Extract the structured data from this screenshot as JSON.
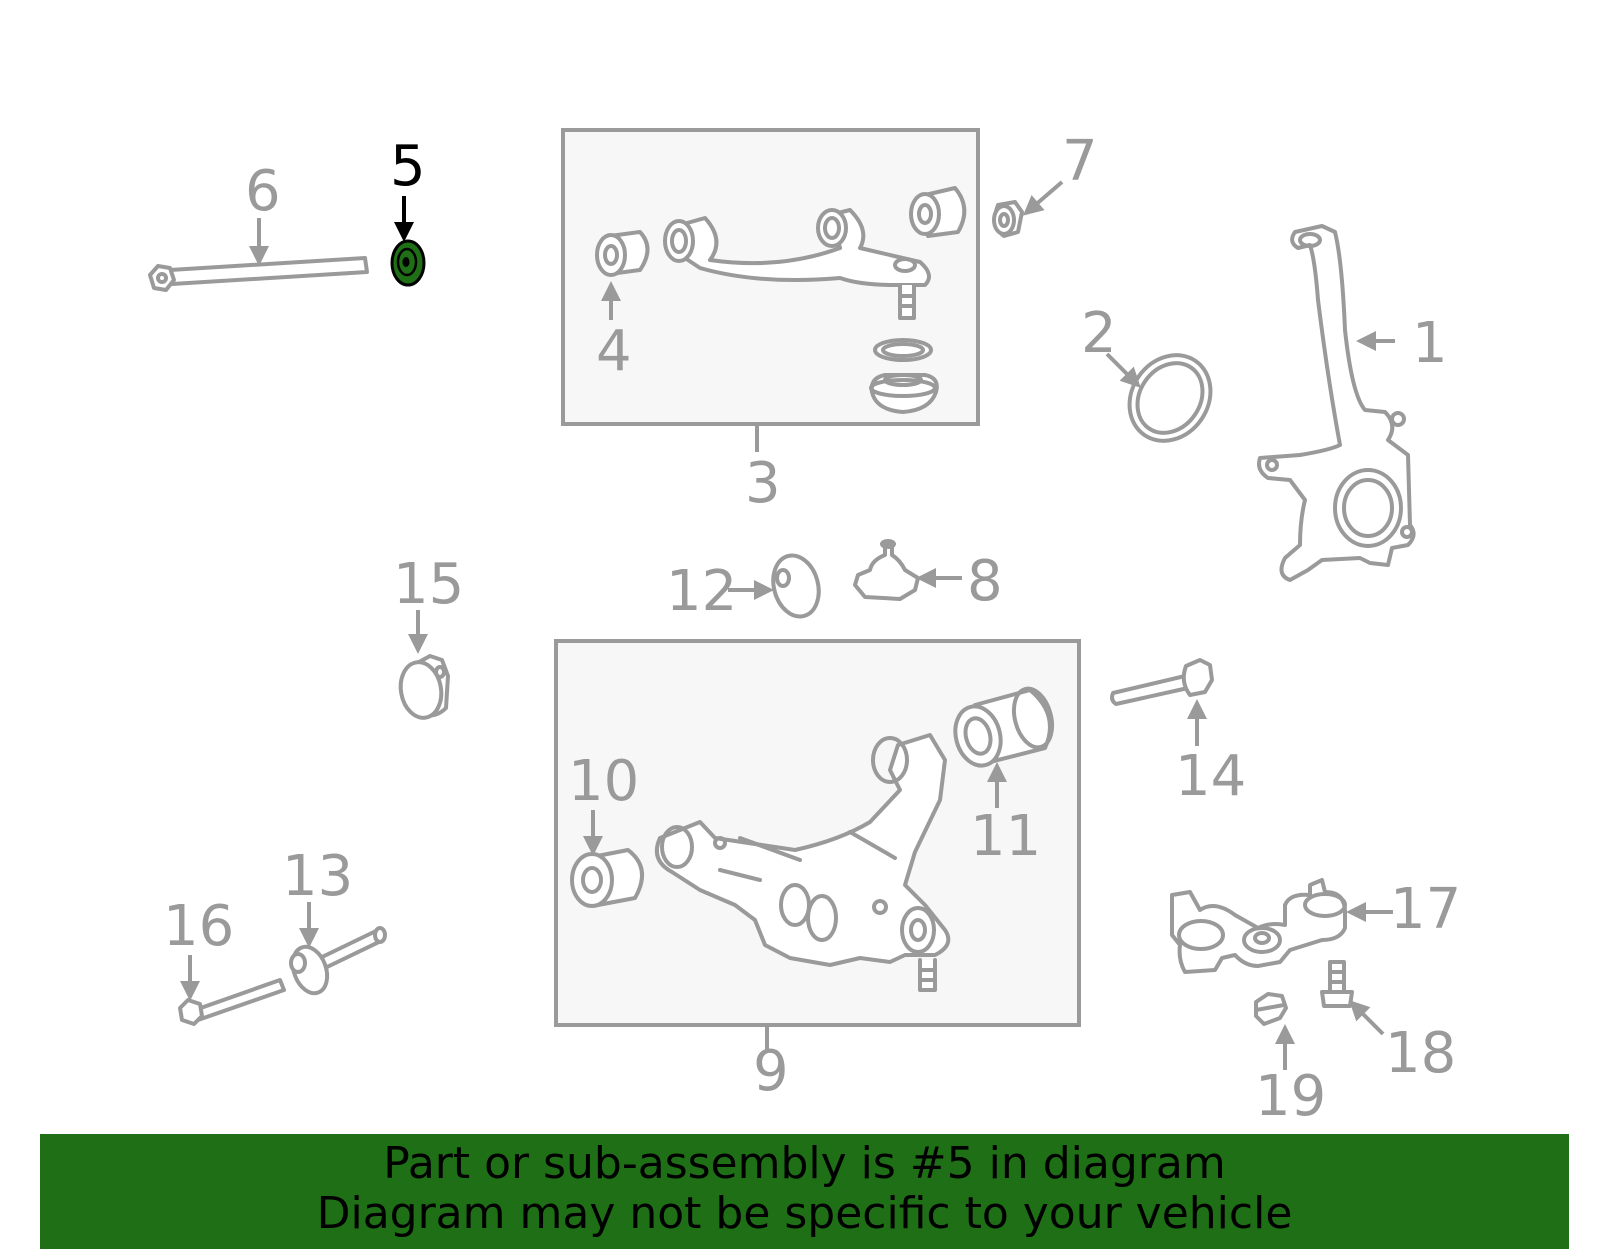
{
  "diagram": {
    "highlighted_part": "5",
    "highlight_color": "#1e6f16",
    "part_color": "#9a9a9a",
    "labels": {
      "p1": "1",
      "p2": "2",
      "p3": "3",
      "p4": "4",
      "p5": "5",
      "p6": "6",
      "p7": "7",
      "p8": "8",
      "p9": "9",
      "p10": "10",
      "p11": "11",
      "p12": "12",
      "p13": "13",
      "p14": "14",
      "p15": "15",
      "p16": "16",
      "p17": "17",
      "p18": "18",
      "p19": "19"
    }
  },
  "banner": {
    "line1": "Part or sub-assembly is #5 in diagram",
    "line2": "Diagram may not be specific to your vehicle"
  }
}
